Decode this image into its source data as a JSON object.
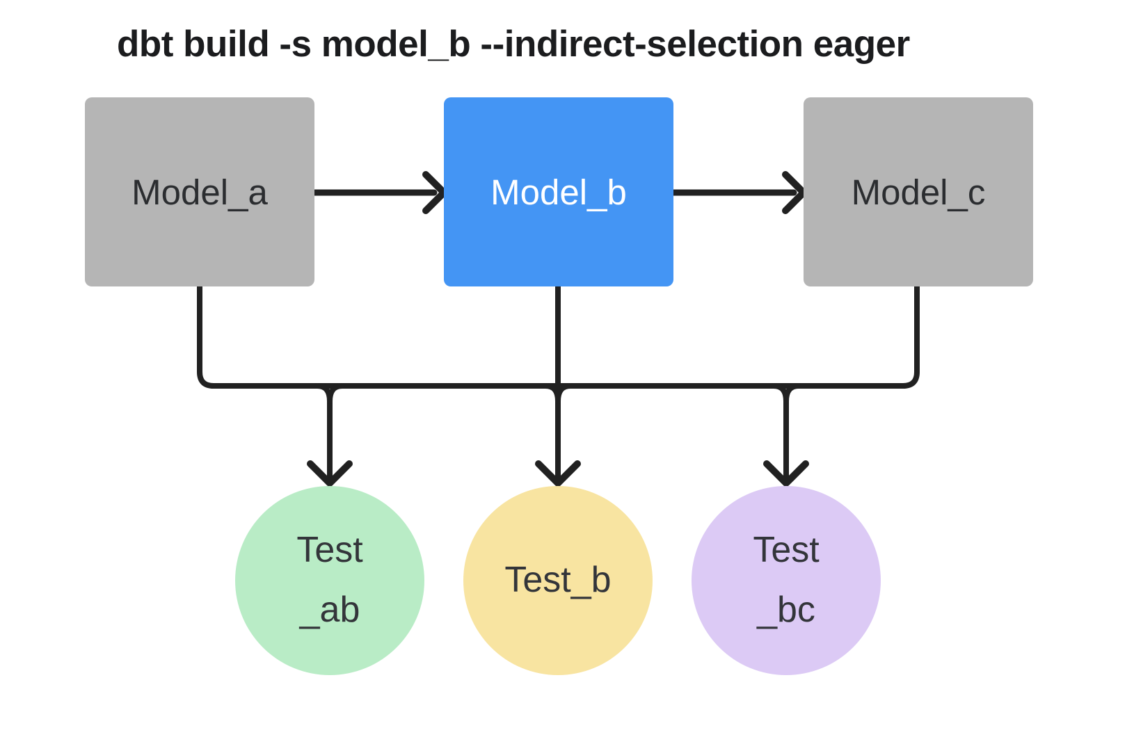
{
  "title": "dbt build -s model_b --indirect-selection eager",
  "diagram": {
    "connector_color": "#212121",
    "models": [
      {
        "id": "model_a",
        "label": "Model_a",
        "fill": "#b5b5b5",
        "text_color": "#2b2d30",
        "selected": false
      },
      {
        "id": "model_b",
        "label": "Model_b",
        "fill": "#4495f4",
        "text_color": "#ffffff",
        "selected": true
      },
      {
        "id": "model_c",
        "label": "Model_c",
        "fill": "#b5b5b5",
        "text_color": "#2b2d30",
        "selected": false
      }
    ],
    "tests": [
      {
        "id": "test_ab",
        "lines": [
          "Test",
          "_ab"
        ],
        "fill": "#b9ecc6"
      },
      {
        "id": "test_b",
        "lines": [
          "Test_b"
        ],
        "fill": "#f8e4a1"
      },
      {
        "id": "test_bc",
        "lines": [
          "Test",
          "_bc"
        ],
        "fill": "#dccaf5"
      }
    ],
    "edges": [
      {
        "from": "Model_a",
        "to": "Model_b"
      },
      {
        "from": "Model_b",
        "to": "Model_c"
      },
      {
        "from": "Model_a",
        "to": "Test_ab"
      },
      {
        "from": "Model_b",
        "to": "Test_ab"
      },
      {
        "from": "Model_b",
        "to": "Test_b"
      },
      {
        "from": "Model_b",
        "to": "Test_bc"
      },
      {
        "from": "Model_c",
        "to": "Test_bc"
      }
    ]
  }
}
